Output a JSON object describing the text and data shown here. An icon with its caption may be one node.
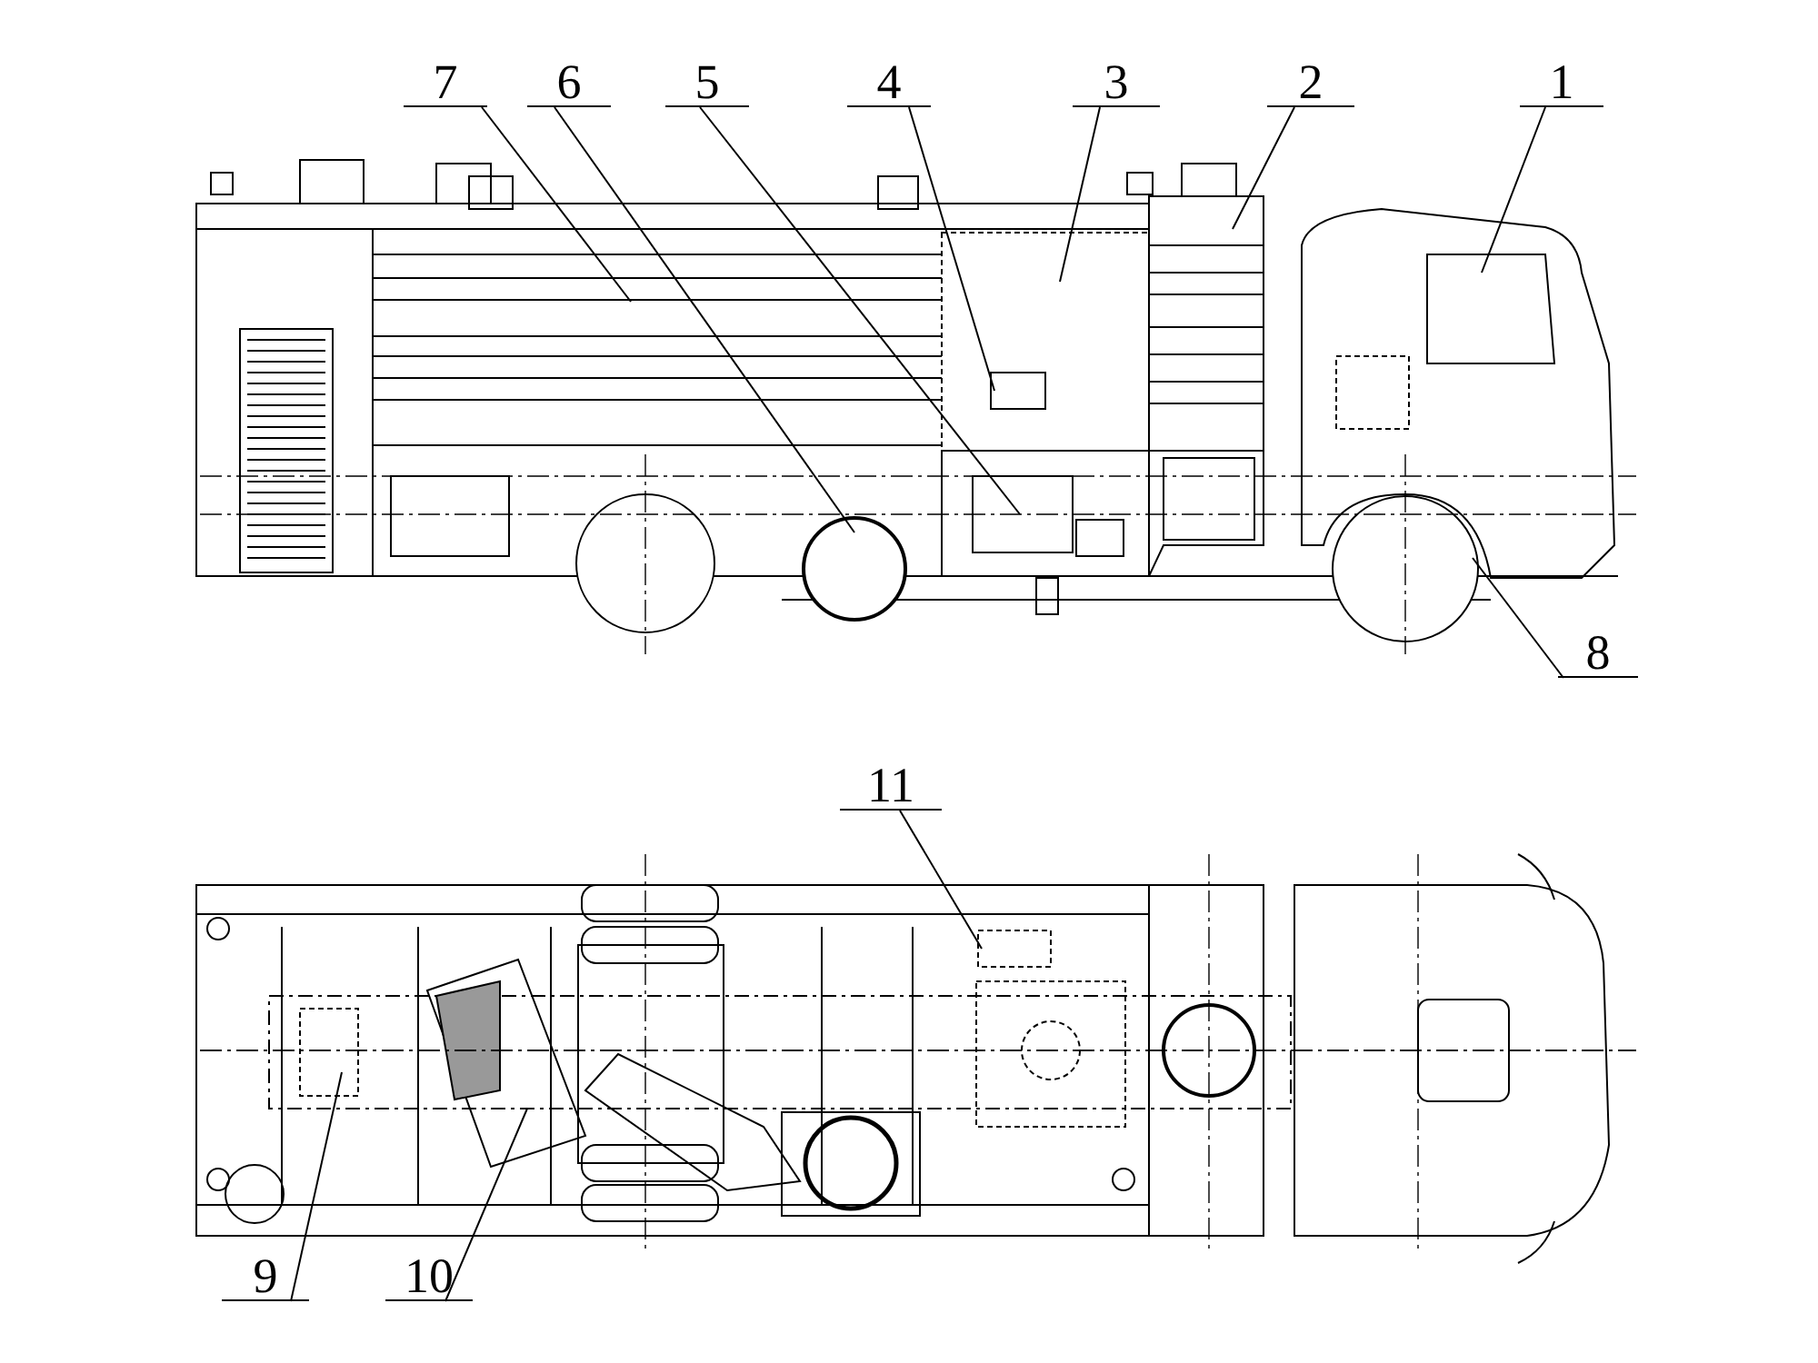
{
  "diagram": {
    "nodes": [
      {
        "text": [
          "1"
        ]
      },
      {
        "text": [
          "2"
        ]
      },
      {
        "text": [
          "3"
        ]
      },
      {
        "text": [
          "4"
        ]
      },
      {
        "text": [
          "5"
        ]
      },
      {
        "text": [
          "6"
        ]
      },
      {
        "text": [
          "7"
        ]
      },
      {
        "text": [
          "8"
        ]
      },
      {
        "text": [
          "9"
        ]
      },
      {
        "text": [
          "10"
        ]
      },
      {
        "text": [
          "11"
        ]
      }
    ],
    "edges": [
      {
        "from": 0,
        "to": null,
        "arrow": "none"
      },
      {
        "from": 1,
        "to": null,
        "arrow": "none"
      },
      {
        "from": 2,
        "to": null,
        "arrow": "none"
      },
      {
        "from": 3,
        "to": null,
        "arrow": "none"
      },
      {
        "from": 4,
        "to": null,
        "arrow": "none"
      },
      {
        "from": 5,
        "to": null,
        "arrow": "none"
      },
      {
        "from": 6,
        "to": null,
        "arrow": "none"
      },
      {
        "from": 7,
        "to": null,
        "arrow": "none"
      },
      {
        "from": 8,
        "to": null,
        "arrow": "none"
      },
      {
        "from": 9,
        "to": null,
        "arrow": "none"
      },
      {
        "from": 10,
        "to": null,
        "arrow": "none"
      }
    ]
  }
}
